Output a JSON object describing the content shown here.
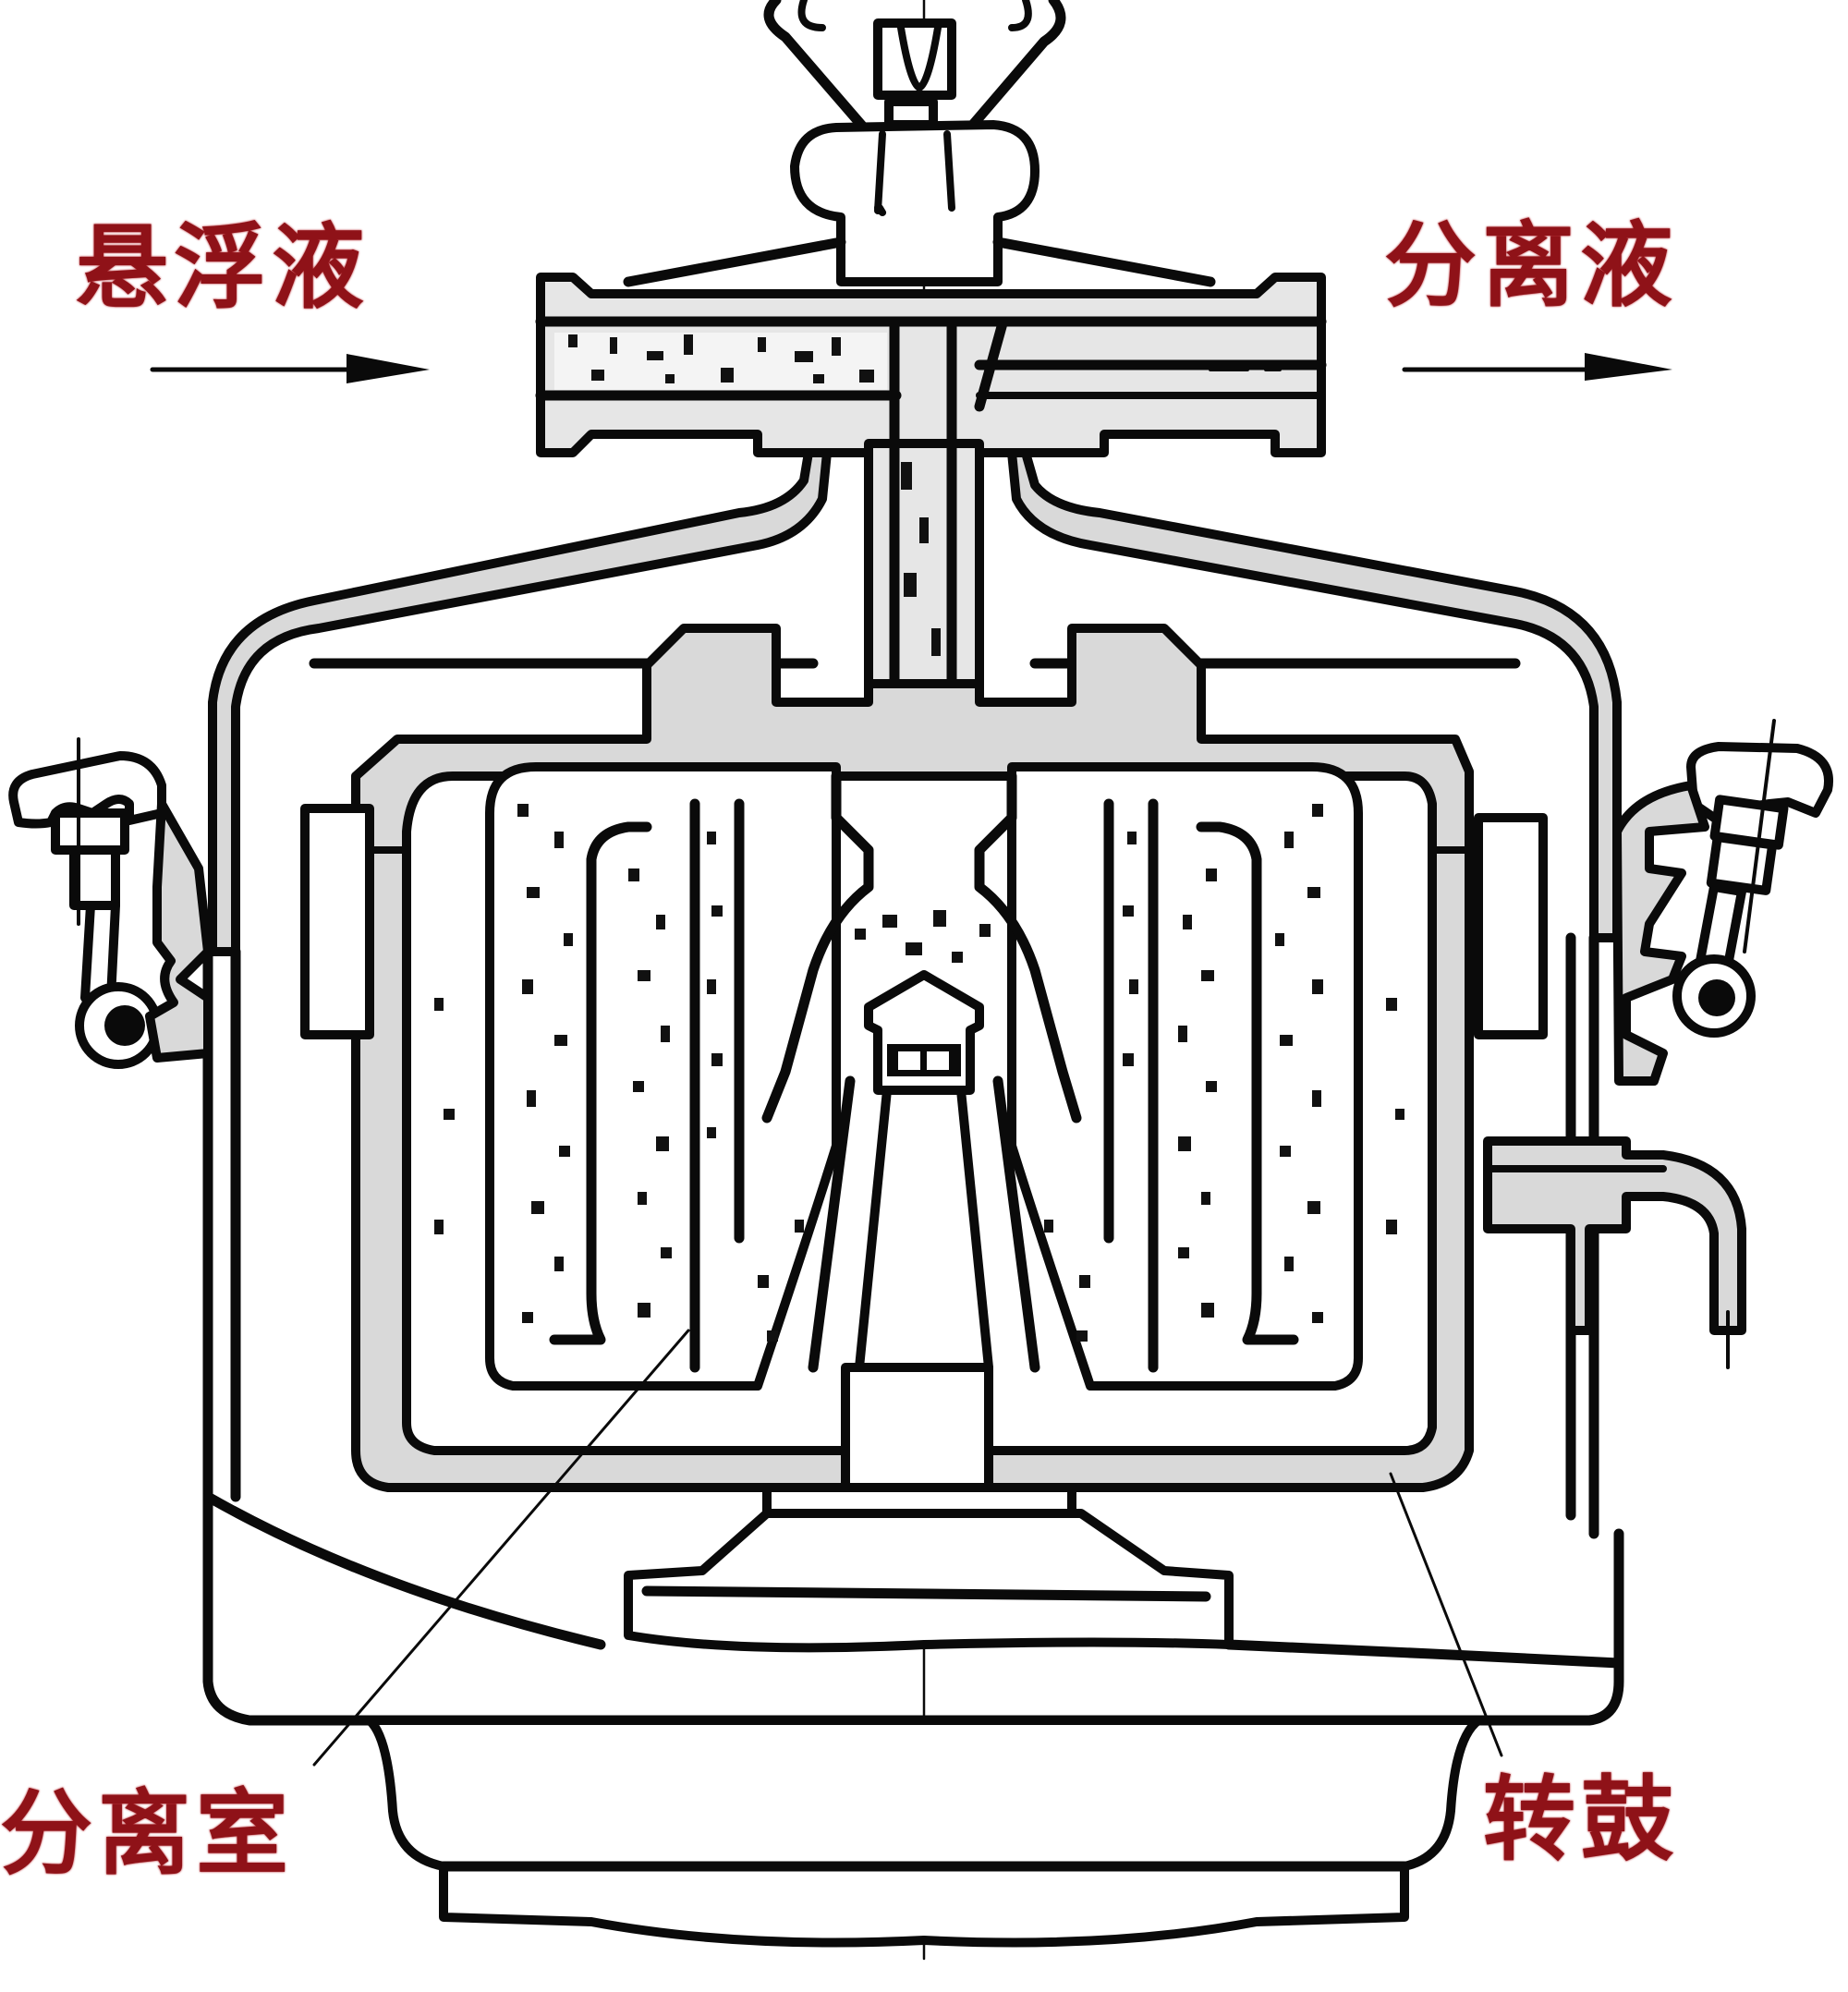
{
  "diagram": {
    "subject": "Disc-stack / chamber centrifuge cross-section",
    "labels": {
      "inlet": "悬浮液",
      "outlet": "分离液",
      "separation_chamber": "分离室",
      "drum": "转鼓"
    },
    "flow_arrows": {
      "inlet_direction": "right",
      "outlet_direction": "right"
    },
    "colors": {
      "label": "#8f1218",
      "line": "#0a0a0a",
      "fill_grey": "#d9d9d9",
      "background": "#ffffff"
    }
  }
}
